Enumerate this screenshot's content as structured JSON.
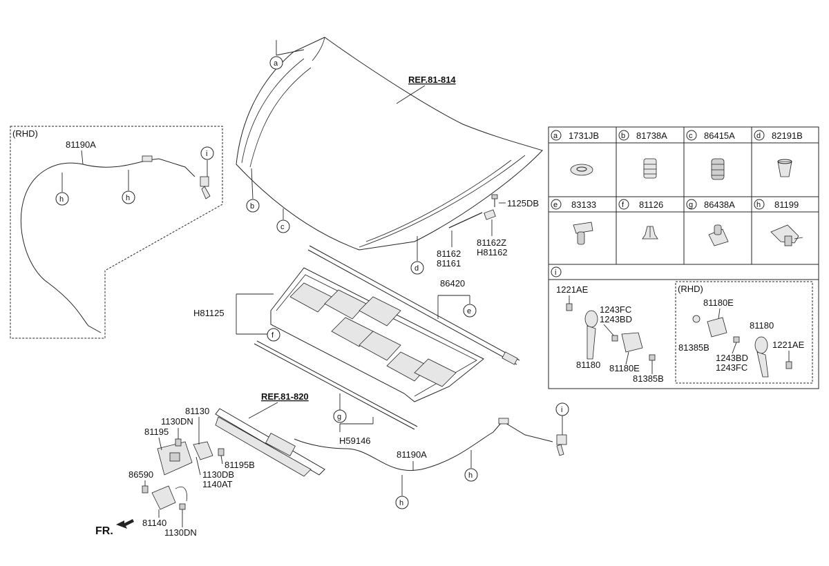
{
  "refs": {
    "hood": "REF.81-814",
    "frame": "REF.81-820"
  },
  "rhd_label": "(RHD)",
  "parts": {
    "cable_upper": "81190A",
    "cable_lower": "81190A",
    "h81125": "H81125",
    "p86420": "86420",
    "p1125db": "1125DB",
    "p81162": "81162",
    "p81161": "81161",
    "p81162z": "81162Z",
    "ph81162": "H81162",
    "h59146": "H59146",
    "p81130": "81130",
    "p1130dn_a": "1130DN",
    "p81195": "81195",
    "p81195b": "81195B",
    "p1130db": "1130DB",
    "p1140at": "1140AT",
    "p86590": "86590",
    "p81140": "81140",
    "p1130dn_b": "1130DN"
  },
  "fr_label": "FR.",
  "callouts": {
    "a": "a",
    "b": "b",
    "c": "c",
    "d": "d",
    "e": "e",
    "f": "f",
    "g": "g",
    "h": "h",
    "i": "i"
  },
  "table": {
    "row1": [
      {
        "letter": "a",
        "part": "1731JB"
      },
      {
        "letter": "b",
        "part": "81738A"
      },
      {
        "letter": "c",
        "part": "86415A"
      },
      {
        "letter": "d",
        "part": "82191B"
      }
    ],
    "row2": [
      {
        "letter": "e",
        "part": "83133"
      },
      {
        "letter": "f",
        "part": "81126"
      },
      {
        "letter": "g",
        "part": "86438A"
      },
      {
        "letter": "h",
        "part": "81199"
      }
    ],
    "i_letter": "i",
    "i_parts": {
      "p1221ae": "1221AE",
      "p1243fc": "1243FC",
      "p1243bd": "1243BD",
      "p81180": "81180",
      "p81180e": "81180E",
      "p81385b": "81385B"
    },
    "rhd_label": "(RHD)",
    "rhd_parts": {
      "p81180e": "81180E",
      "p81180": "81180",
      "p81385b": "81385B",
      "p1221ae": "1221AE",
      "p1243bd": "1243BD",
      "p1243fc": "1243FC"
    }
  }
}
